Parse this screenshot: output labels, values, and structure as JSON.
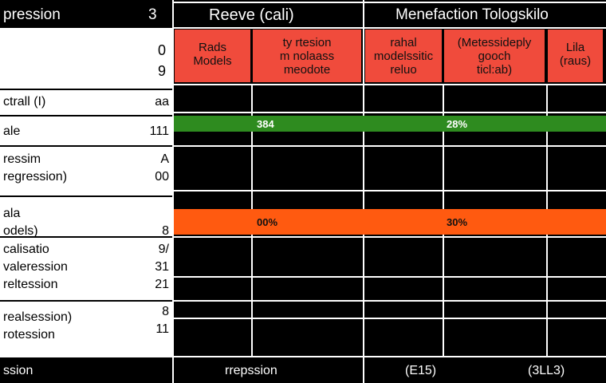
{
  "header": {
    "col0": "pression",
    "col0_count": "3",
    "col1": "Reeve (cali)",
    "col2": "Menefaction Tologskilo"
  },
  "subheader": {
    "left_values": "0\n9",
    "cells": [
      "Rads\nModels",
      "ty rtesion\nm nolaass\nmeodote",
      "rahal\nmodelssitic\nreluo",
      "(Metessideply\ngooch\nticl:ab)",
      "Lila\n(raus)"
    ]
  },
  "rows": [
    {
      "label": "ctrall (I)",
      "value": "aa"
    },
    {
      "label": "ale",
      "value": "111"
    },
    {
      "label": "ressim\nregression)",
      "value": "A\n00"
    },
    {
      "label": "ala\nodels)",
      "value": "\n8"
    },
    {
      "label": "calisatio\nvaleression\nreltession",
      "value": "9/\n31\n21"
    },
    {
      "label": "realsession)\nrotession",
      "value": "8\n11"
    }
  ],
  "bars": {
    "green": {
      "label_a": "384",
      "label_b": "28%",
      "color": "#2e8b1f"
    },
    "orange": {
      "label_a": "00%",
      "label_b": "30%",
      "color": "#ff5a10"
    }
  },
  "footer": {
    "col0": "ssion",
    "col1": "rrepssion",
    "col2": "(E15)",
    "col3": "(3LL3)"
  }
}
